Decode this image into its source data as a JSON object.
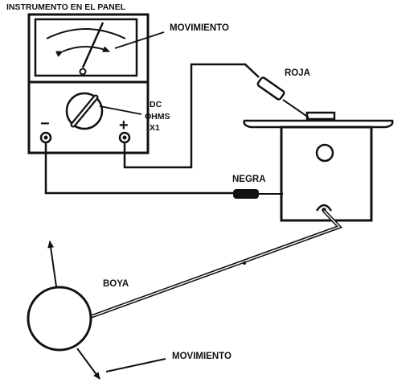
{
  "labels": {
    "instrument_title": "INSTRUMENTO EN EL PANEL",
    "needle_motion": "MOVIMIENTO",
    "mode_dc": "DC",
    "mode_ohms": "OHMS",
    "mode_x1": "X1",
    "minus_terminal": "−",
    "plus_terminal": "+",
    "red_lead": "ROJA",
    "black_lead": "NEGRA",
    "float": "BOYA",
    "float_motion": "MOVIMIENTO"
  },
  "colors": {
    "ink": "#111111",
    "paper": "#ffffff"
  }
}
